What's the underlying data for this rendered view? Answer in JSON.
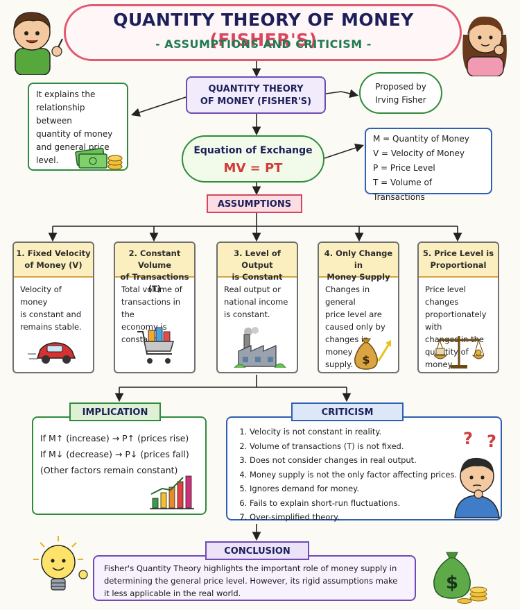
{
  "header": {
    "title_main": "QUANTITY THEORY OF MONEY ",
    "title_paren": "(FISHER'S)",
    "subtitle": "- ASSUMPTIONS AND CRITICISM -"
  },
  "center": {
    "label": "QUANTITY THEORY\nOF MONEY (FISHER'S)"
  },
  "explanation": {
    "text": "It explains the\nrelationship between\nquantity of money\nand general price\nlevel."
  },
  "proposer": {
    "text": "Proposed by\nIrving Fisher"
  },
  "equation": {
    "label": "Equation of Exchange",
    "formula": "MV = PT"
  },
  "legend": {
    "items": [
      "M = Quantity of Money",
      "V = Velocity of Money",
      "P = Price Level",
      "T = Volume of Transactions"
    ]
  },
  "assumptions": {
    "title": "ASSUMPTIONS",
    "cards": [
      {
        "heading": "1. Fixed Velocity\nof Money (V)",
        "body": "Velocity of money\nis constant and\nremains stable."
      },
      {
        "heading": "2. Constant Volume\nof Transactions (T)",
        "body": "Total volume of\ntransactions in the\neconomy is constant."
      },
      {
        "heading": "3. Level of Output\nis Constant",
        "body": "Real output or\nnational income\nis constant."
      },
      {
        "heading": "4. Only Change in\nMoney Supply",
        "body": "Changes in general\nprice level are\ncaused only by\nchanges in money\nsupply."
      },
      {
        "heading": "5. Price Level is\nProportional",
        "body": "Price level changes\nproportionately with\nchanges in the\nquantity of money."
      }
    ]
  },
  "implication": {
    "title": "IMPLICATION",
    "lines": [
      "If M↑ (increase) → P↑ (prices rise)",
      "If M↓ (decrease) → P↓ (prices fall)",
      "(Other factors remain constant)"
    ]
  },
  "criticism": {
    "title": "CRITICISM",
    "items": [
      "Velocity is not constant in reality.",
      "Volume of transactions (T) is not fixed.",
      "Does not consider changes in real output.",
      "Money supply is not the only factor affecting prices.",
      "Ignores demand for money.",
      "Fails to explain short-run fluctuations.",
      "Over-simplified theory."
    ]
  },
  "conclusion": {
    "title": "CONCLUSION",
    "text": "Fisher's Quantity Theory highlights the important role of money supply in determining the general price level. However, its rigid assumptions make it less applicable in the real world."
  },
  "icons": {
    "boy": "boy-pointing-icon",
    "girl": "girl-thinking-icon",
    "money": "money-stack-icon",
    "car": "car-icon",
    "cart": "shopping-cart-icon",
    "factory": "factory-icon",
    "moneybag": "money-bag-icon",
    "scale": "balance-scale-icon",
    "bars": "bar-chart-icon",
    "thinker": "thinking-boy-icon",
    "bulb": "light-bulb-icon"
  },
  "colors": {
    "title": "#1c1f5a",
    "accent_red": "#d23a3a",
    "green": "#2f8a3c",
    "blue": "#2f5fb3",
    "purple": "#6f4bb5",
    "pink": "#d2475d"
  }
}
